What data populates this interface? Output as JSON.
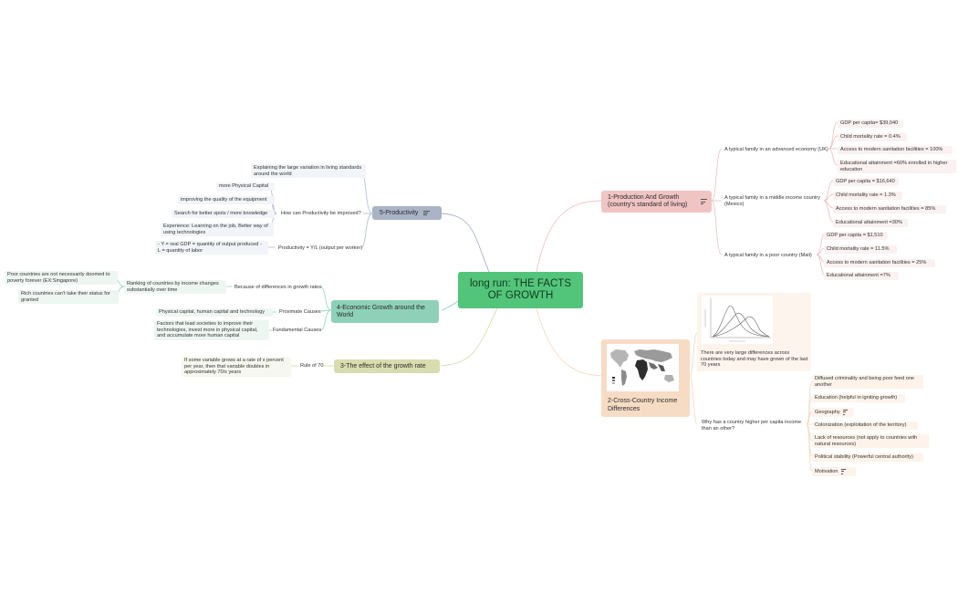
{
  "central": {
    "title": "long run: THE FACTS OF GROWTH",
    "color": "#52c57a"
  },
  "colors": {
    "productivity": "#a9b4c6",
    "economic_growth": "#8ed1b8",
    "rule_of_70": "#d9dcae",
    "production": "#f1c4c4",
    "cross_country": "#f6dcc4"
  },
  "branch_productivity": {
    "title": "5-Productivity",
    "explain": "Explaining the large variation in living standards around the world",
    "how_improve": "How can Productivity be improved?",
    "items": [
      "more Physical Capital",
      "improving the quality of the equipment",
      "Search for better spots / more knowledge",
      "Experience: Learning on the job, Better way of using technologies"
    ],
    "formula": "Productivity = Y/L (output per worker)",
    "formula_note": "- Y = real GDP = quantity of output produced - L = quantity of labor"
  },
  "branch_growth": {
    "title": "4-Economic Growth around the World",
    "because": "Because of differences in growth rates",
    "ranking": "Ranking of countries by income changes substantially over time",
    "poor": "Poor countries are not necessarily doomed to poverty forever (EX:Singapore)",
    "rich": "Rich countries can't take their status for granted",
    "proximate": "Proximate Causes",
    "proximate_detail": "Physical capital, human capital and technology",
    "fundamental": "Fundamental Causes",
    "fundamental_detail": "Factors that lead societies to improve their technologies, invest more in physical capital, and accumulate more human capital"
  },
  "branch_rule70": {
    "title": "3-The effect of the growth rate",
    "rule": "Rule of 70",
    "detail": "If some variable grows at a rate of x percent per year, then that variable doubles in approximately 70/x years"
  },
  "branch_production": {
    "title": "1-Production And Growth (country's standard of living)",
    "groups": [
      {
        "label": "A typical family in an advanced economy (UK)",
        "items": [
          "GDP per capita= $39,040",
          "Child mortality rate = 0.4%",
          "Access to modern sanitation facilities = 100%",
          "Educational attainment =60% enrolled in higher education"
        ]
      },
      {
        "label": "A typical family in a middle income country (Mexico)",
        "items": [
          "GDP per capita = $16,640",
          "Child mortality rate = 1.3%",
          "Access to modern sanitation facilities = 85%",
          "Educational attainment =30%"
        ]
      },
      {
        "label": "A typical family in a poor country (Mali)",
        "items": [
          "GDP per capita = $1,510",
          "Child mortality rate = 11.5%",
          "Access to modern sanitation facilities = 25%",
          "Educational attainment =7%"
        ]
      }
    ]
  },
  "branch_cross": {
    "title": "2-Cross-Country Income Differences",
    "chart_caption": "There are very large differences across countries today and may have grown of the last 70 years",
    "why": "Why has a country higher per capita income than an other?",
    "reasons": [
      "Diffused criminality and being poor feed one another",
      "Education (helpful in igniting growth)",
      "Geography",
      "Colonization (exploitation of the territory)",
      "Lack of resources (not apply to countries with natural resources)",
      "Political stability (Powerful central authority)",
      "Motivation"
    ]
  }
}
